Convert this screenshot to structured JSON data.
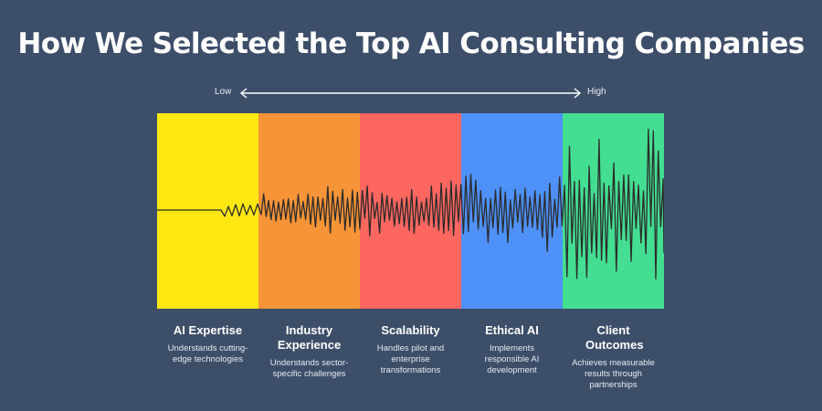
{
  "title": "How We Selected the Top AI Consulting Companies",
  "scale": {
    "low_label": "Low",
    "high_label": "High",
    "arrow_icon": "double-headed-arrow"
  },
  "colors": {
    "background": "#3d4e69",
    "wave": "#2b2b2b",
    "bands": [
      "#fde812",
      "#f79437",
      "#fe6660",
      "#4e91f9",
      "#43de92"
    ]
  },
  "criteria": [
    {
      "title": "AI Expertise",
      "description": "Understands cutting-edge technologies",
      "color": "#fde812"
    },
    {
      "title": "Industry Experience",
      "description": "Understands sector-specific challenges",
      "color": "#f79437"
    },
    {
      "title": "Scalability",
      "description": "Handles pilot and enterprise transformations",
      "color": "#fe6660"
    },
    {
      "title": "Ethical AI",
      "description": "Implements responsible AI development",
      "color": "#4e91f9"
    },
    {
      "title": "Client Outcomes",
      "description": "Achieves measurable results through partnerships",
      "color": "#43de92"
    }
  ]
}
